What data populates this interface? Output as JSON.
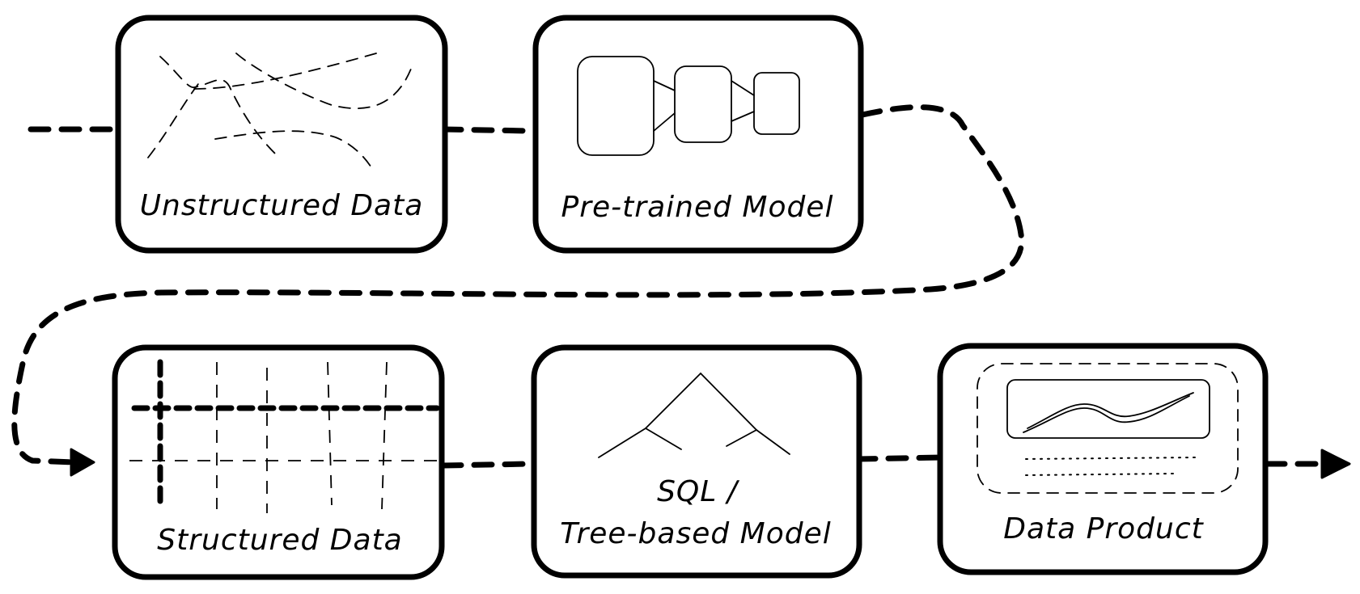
{
  "nodes": {
    "unstructured": {
      "label": "Unstructured Data"
    },
    "pretrained": {
      "label": "Pre-trained Model"
    },
    "structured": {
      "label": "Structured Data"
    },
    "sqltree": {
      "label_line1": "SQL /",
      "label_line2": "Tree-based Model"
    },
    "product": {
      "label": "Data Product"
    }
  },
  "colors": {
    "stroke": "#000000",
    "background": "#ffffff"
  },
  "icons": {
    "unstructured": "scattered-dashed-lines-icon",
    "pretrained": "neural-network-blocks-icon",
    "structured": "table-grid-icon",
    "sqltree": "decision-tree-icon",
    "product": "dashboard-chart-icon"
  }
}
